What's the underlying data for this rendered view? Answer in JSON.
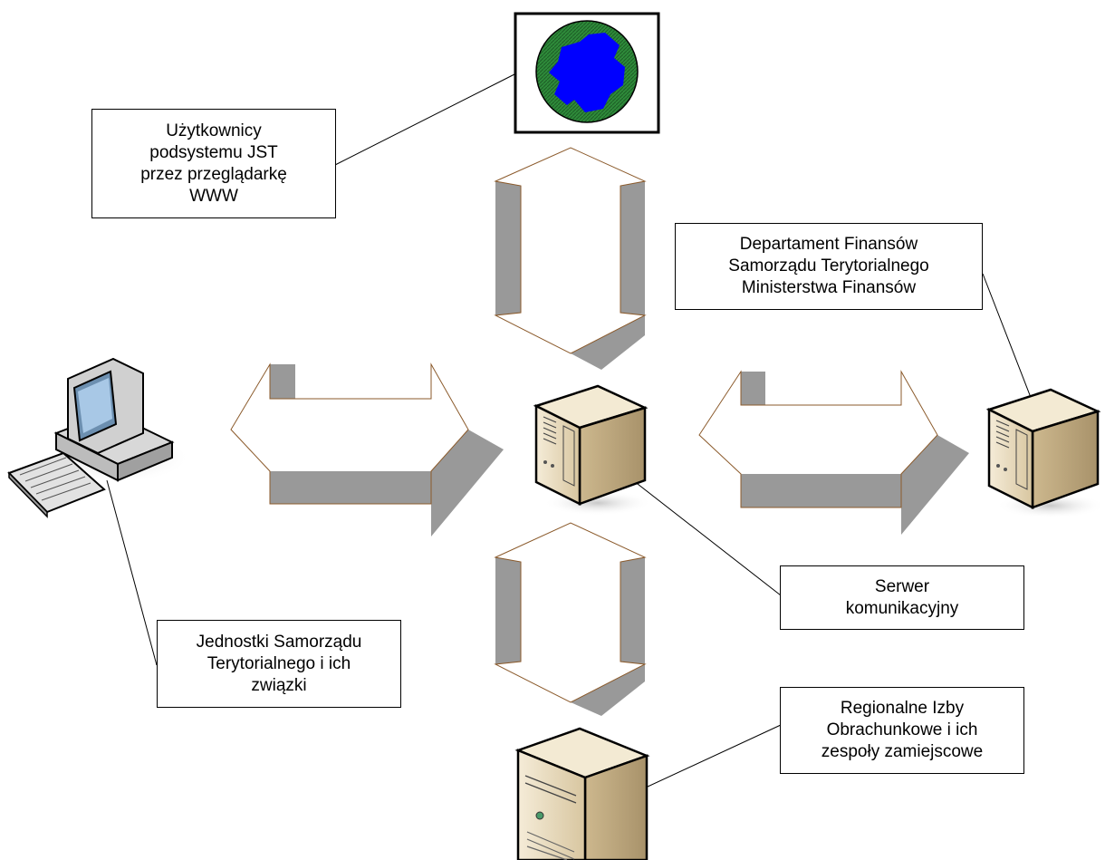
{
  "labels": {
    "web_users": "Użytkownicy\npodsystemu JST\nprzez przeglądarkę\nWWW",
    "ministry": "Departament Finansów\nSamorządu Terytorialnego\nMinisterstwa Finansów",
    "comm_server": "Serwer\nkomunikacyjny",
    "local_units": "Jednostki Samorządu\nTerytorialnego i ich\nzwiązki",
    "regional_chambers": "Regionalne Izby\nObrachunkowe i ich\nzespoły zamiejscowe"
  },
  "icons": {
    "globe": "globe-icon",
    "workstation": "desktop-computer-icon",
    "central_server": "server-tower-icon",
    "ministry_server": "server-tower-icon",
    "regional_server": "server-tower-icon"
  },
  "colors": {
    "arrow_outline": "#8b5a2b",
    "arrow_shadow": "#999999",
    "globe_land": "#0000ff",
    "globe_ocean": "#2e8b3a",
    "server_body": "#e9dcc0"
  }
}
